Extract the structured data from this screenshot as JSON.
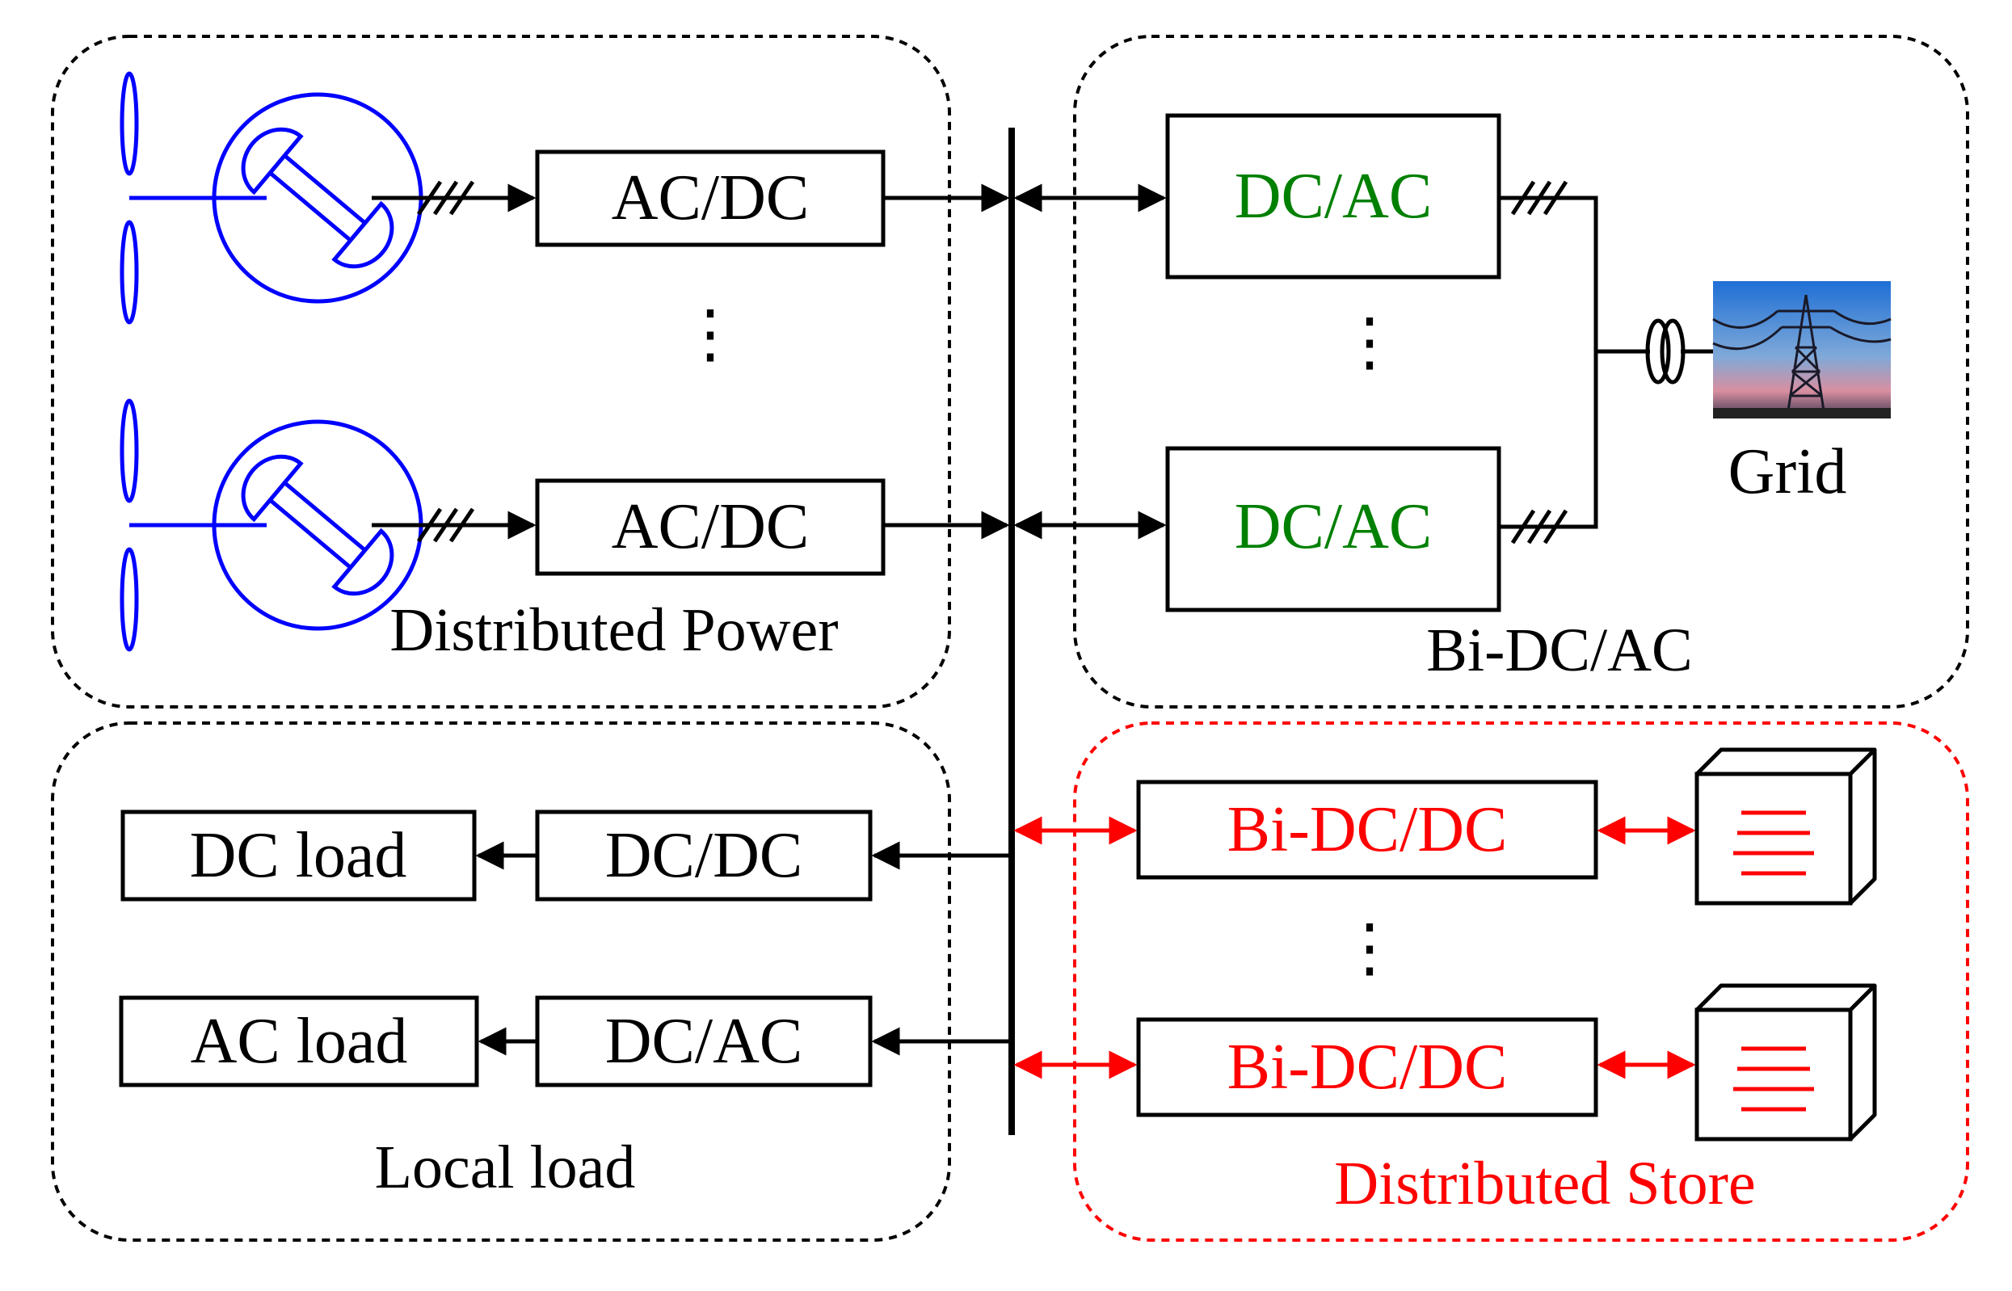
{
  "colors": {
    "black": "#000000",
    "green": "#008000",
    "red": "#ff0000",
    "blue": "#0000ff",
    "dashed_black": "#000000",
    "dashed_red": "#ff0000"
  },
  "groups": {
    "distributed_power": "Distributed Power",
    "bi_dc_ac": "Bi-DC/AC",
    "local_load": "Local load",
    "distributed_store": "Distributed Store"
  },
  "power": {
    "converter_top": "AC/DC",
    "converter_bottom": "AC/DC",
    "generator_icon": "wind-turbine-generator-icon"
  },
  "inverters": {
    "top": "DC/AC",
    "bottom": "DC/AC"
  },
  "grid": {
    "label": "Grid",
    "icon": "power-tower-icon",
    "transformer_icon": "transformer-icon"
  },
  "loads": {
    "dc_load": "DC load",
    "dc_converter": "DC/DC",
    "ac_load": "AC load",
    "ac_converter": "DC/AC"
  },
  "storage": {
    "top": "Bi-DC/DC",
    "bottom": "Bi-DC/DC",
    "battery_icon": "battery-icon"
  }
}
